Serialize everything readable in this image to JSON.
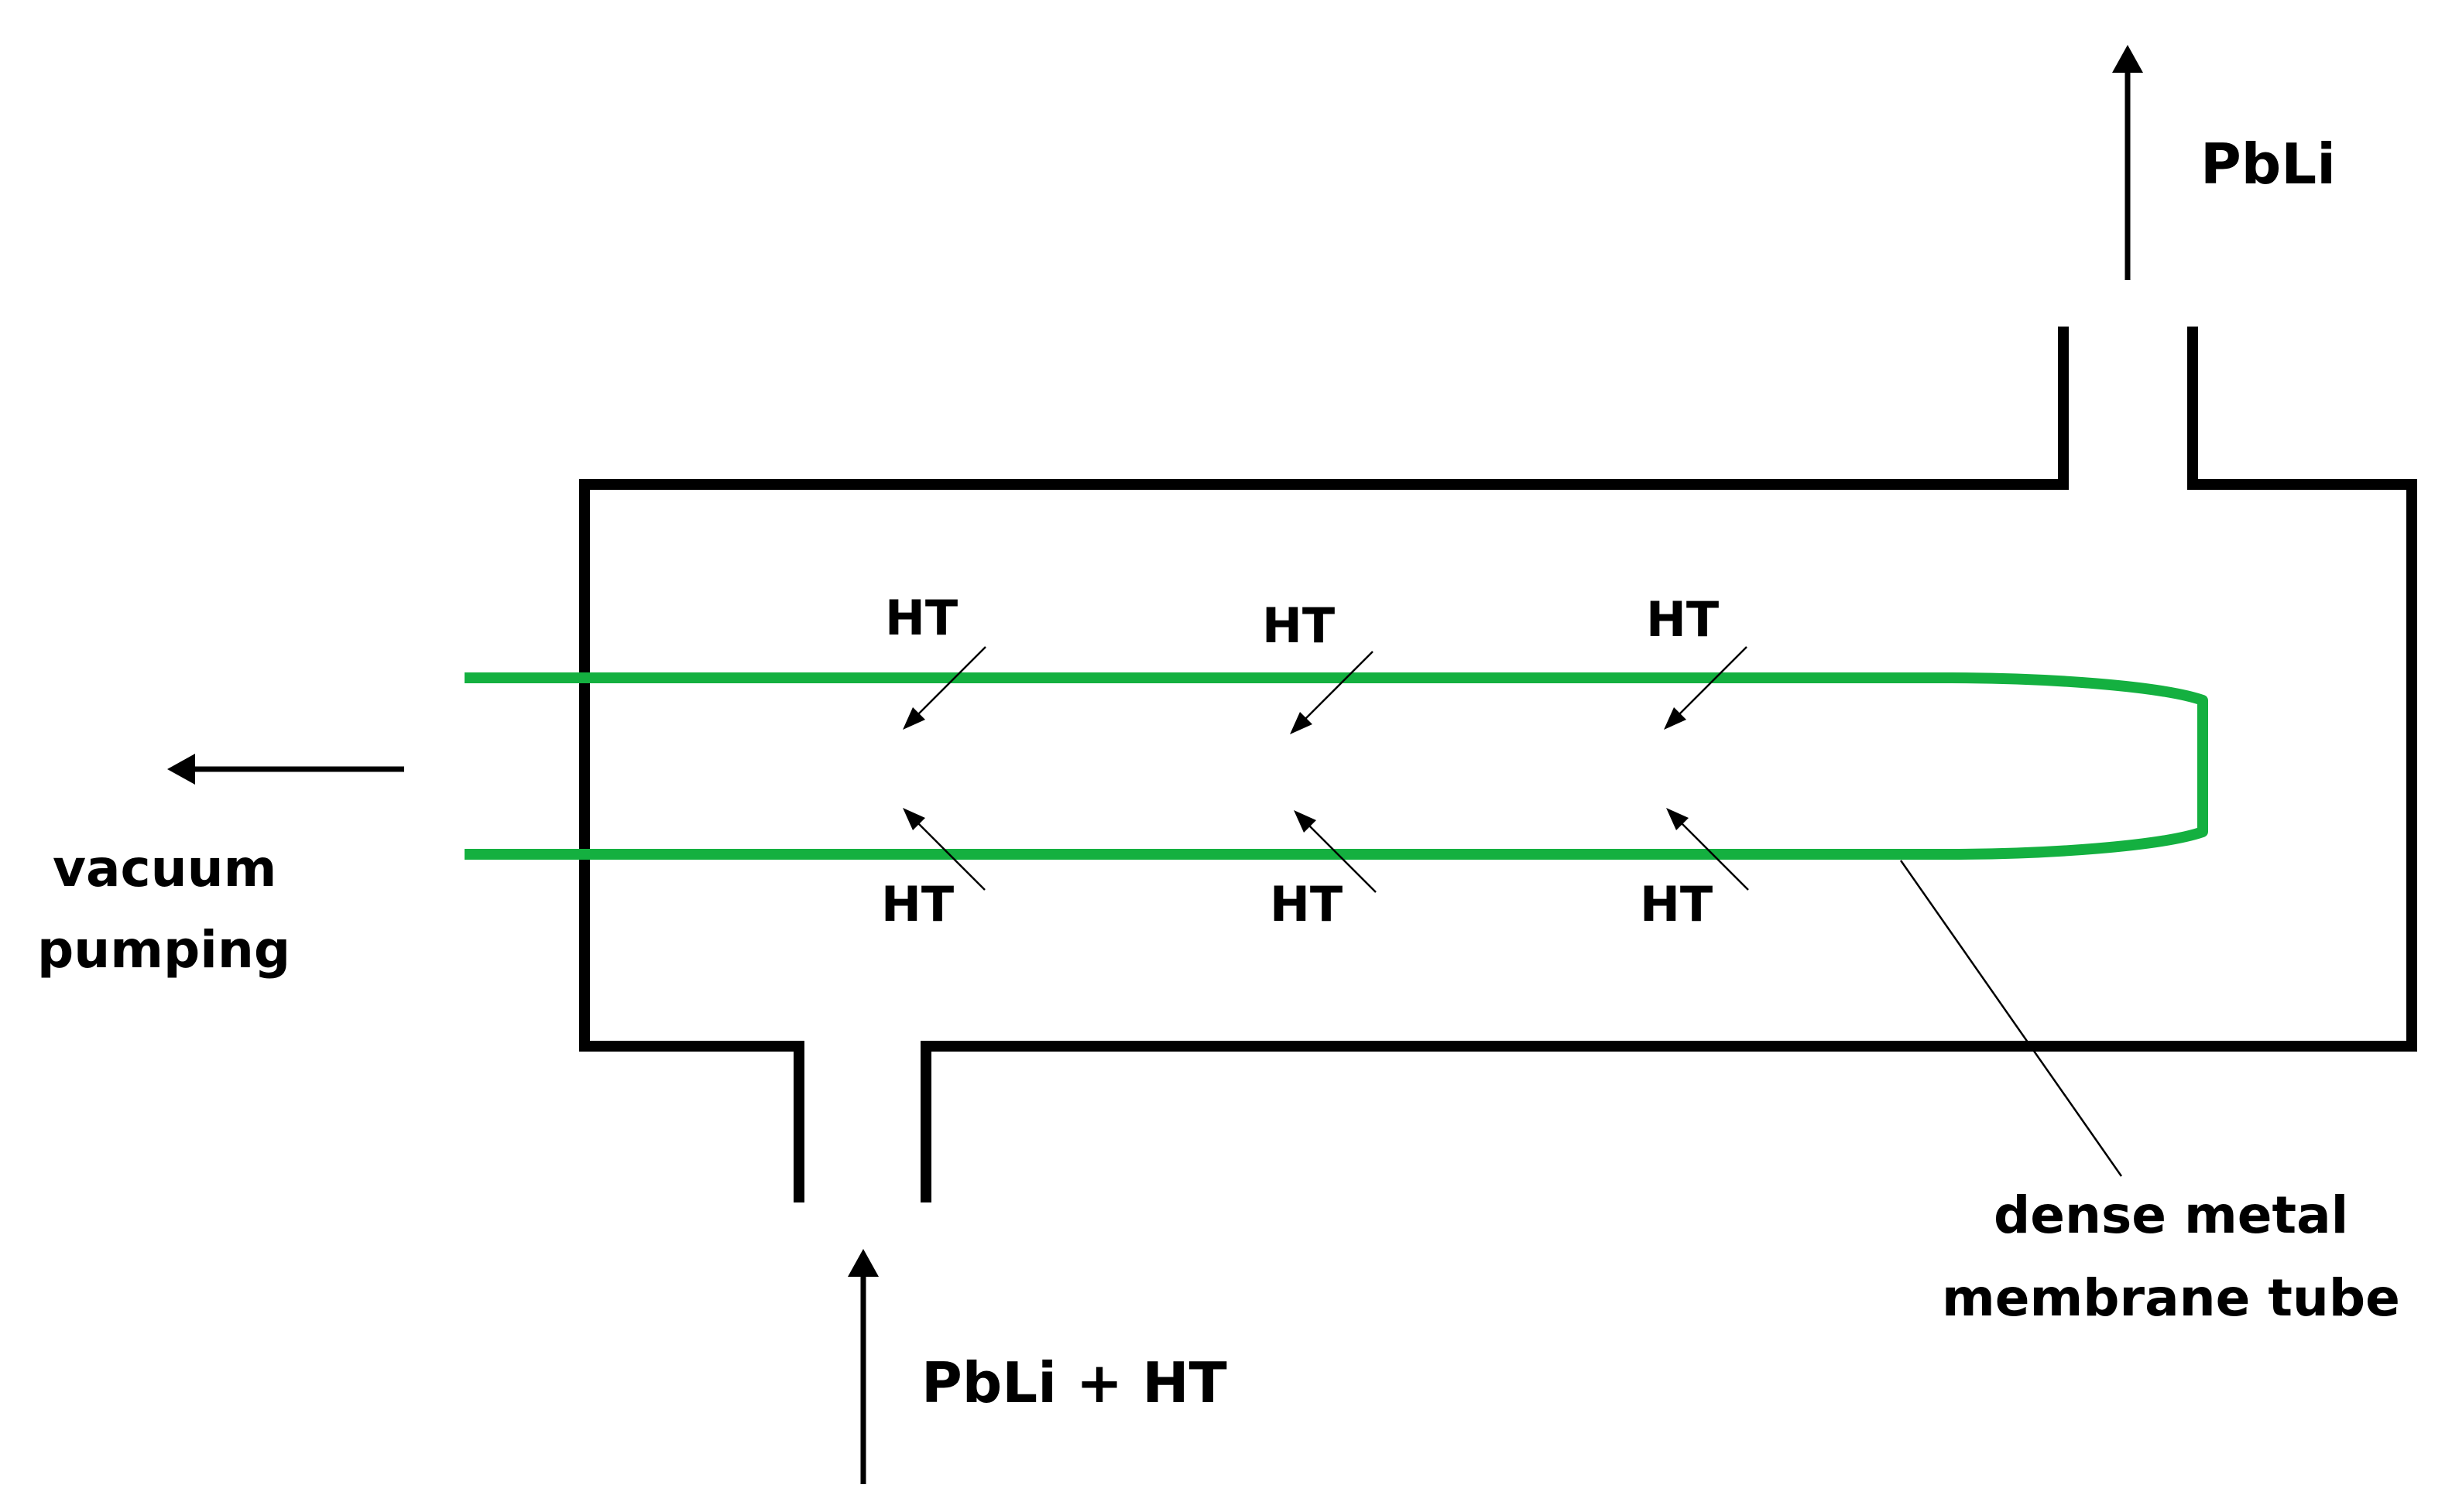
{
  "labels": {
    "outlet": "PbLi",
    "inlet": "PbLi + HT",
    "vacuum_line1": "vacuum",
    "vacuum_line2": "pumping",
    "membrane_line1": "dense metal",
    "membrane_line2": "membrane tube",
    "permeation_species": "HT"
  },
  "colors": {
    "membrane": "#14b040",
    "vessel": "#000000",
    "background": "#ffffff"
  }
}
